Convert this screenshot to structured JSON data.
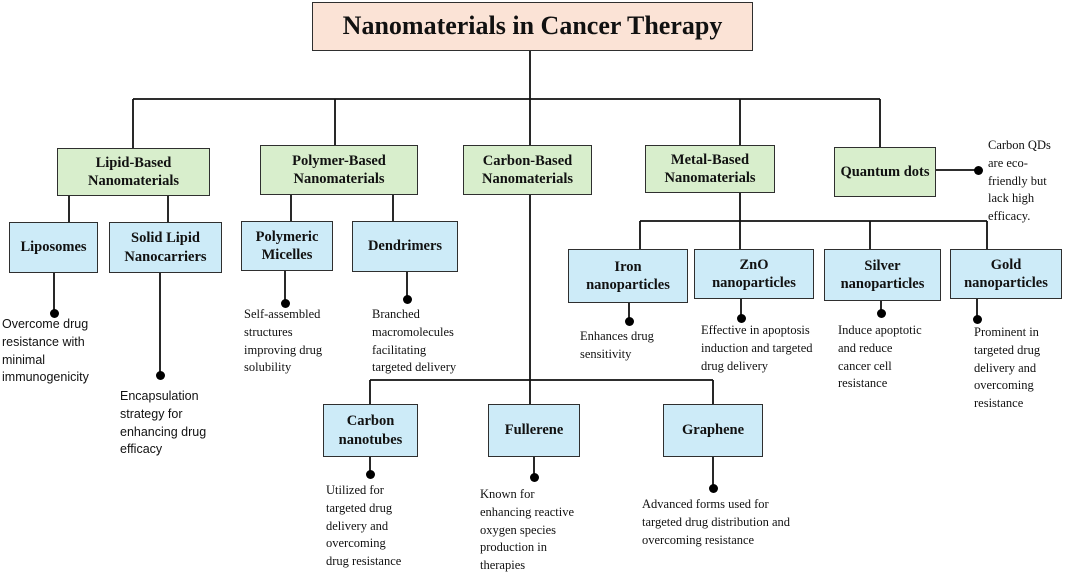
{
  "title": "Nanomaterials in Cancer Therapy",
  "categories": {
    "lipid": "Lipid-Based\nNanomaterials",
    "polymer": "Polymer-Based\nNanomaterials",
    "carbon": "Carbon-Based\nNanomaterials",
    "metal": "Metal-Based\nNanomaterials",
    "quantum": "Quantum dots"
  },
  "nodes": {
    "liposomes": "Liposomes",
    "solid_lipid": "Solid Lipid\nNanocarriers",
    "polymeric_micelles": "Polymeric\nMicelles",
    "dendrimers": "Dendrimers",
    "iron": "Iron\nnanoparticles",
    "zno": "ZnO\nnanoparticles",
    "silver": "Silver\nnanoparticles",
    "gold": "Gold\nnanoparticles",
    "carbon_nanotubes": "Carbon\nnanotubes",
    "fullerene": "Fullerene",
    "graphene": "Graphene"
  },
  "descriptions": {
    "liposomes": "Overcome drug\nresistance  with\nminimal\nimmunogenicity",
    "solid_lipid": "Encapsulation\nstrategy for\nenhancing drug\nefficacy",
    "polymeric_micelles": "Self-assembled\nstructures\nimproving drug\nsolubility",
    "dendrimers": "Branched\nmacromolecules\nfacilitating\ntargeted delivery",
    "iron": "Enhances drug\nsensitivity",
    "zno": "Effective in apoptosis\ninduction and targeted\ndrug delivery",
    "silver": "Induce apoptotic\nand reduce\ncancer cell\nresistance",
    "gold": "Prominent in\ntargeted drug\ndelivery and\novercoming\nresistance",
    "quantum": "Carbon QDs\nare eco-\nfriendly but\nlack high\nefficacy.",
    "carbon_nanotubes": "Utilized for\ntargeted drug\ndelivery and\novercoming\ndrug resistance",
    "fullerene": "Known for\nenhancing reactive\noxygen species\nproduction in\ntherapies",
    "graphene": "Advanced forms used for\ntargeted drug distribution and\novercoming resistance"
  },
  "colors": {
    "title_fill": "#fbe3d6",
    "category_fill": "#d8eecc",
    "subtype_fill": "#cdebf8",
    "border": "#2f2f2f",
    "connector": "#111111"
  }
}
